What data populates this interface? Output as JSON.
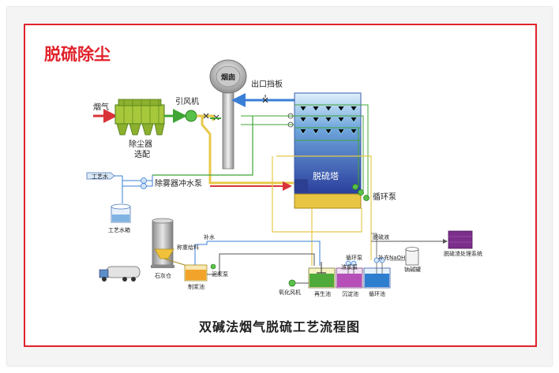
{
  "title": "脱硫除尘",
  "caption": "双碱法烟气脱硫工艺流程图",
  "labels": {
    "flue_gas": "烟气",
    "dust_collector": "除尘器",
    "optional": "选配",
    "induced_fan": "引风机",
    "chimney": "烟囱",
    "outlet_baffle": "出口挡板",
    "process_water": "工艺水",
    "demister_pump": "除雾器冲水泵",
    "process_water_tank": "工艺水箱",
    "tower": "脱硫塔",
    "circ_pump": "循环泵",
    "make_water": "补水",
    "desulf_liquid": "脱硫液",
    "slag_system": "脱硫渣处理系统",
    "weigh_feeder": "称重给料",
    "lime_silo": "石灰仓",
    "slurry_pump": "泥浆泵",
    "slurry_tank": "制浆池",
    "circ_pump2": "循环泵",
    "slag_pump": "渣浆泵",
    "naoh": "补充NaOH",
    "alkali_tank": "钠碱罐",
    "oxid_fan": "氧化风机",
    "regen_tank": "再生池",
    "settle_tank": "沉淀池",
    "circ_tank": "循环池"
  },
  "colors": {
    "accent_red": "#e0222a",
    "pipe_green": "#3fa535",
    "pipe_blue": "#3a7fd6",
    "pipe_yellow": "#e7c84a",
    "pipe_red": "#d9333a",
    "tower_blue": "#2f4fa8",
    "dust_green": "#9fc43a"
  }
}
